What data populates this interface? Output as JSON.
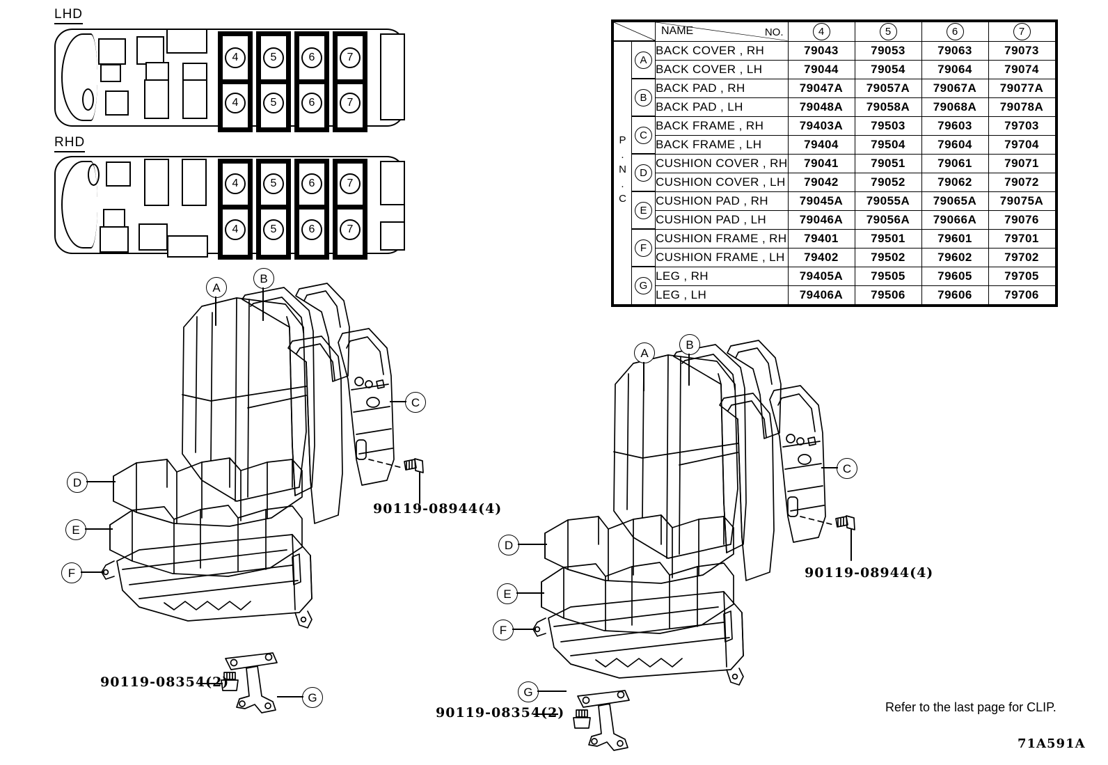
{
  "plan_views": [
    {
      "title": "LHD",
      "seat_labels": [
        [
          "4",
          "5",
          "6",
          "7"
        ],
        [
          "4",
          "5",
          "6",
          "7"
        ]
      ]
    },
    {
      "title": "RHD",
      "seat_labels": [
        [
          "4",
          "5",
          "6",
          "7"
        ],
        [
          "4",
          "5",
          "6",
          "7"
        ]
      ]
    }
  ],
  "table": {
    "corner_name_label": "NAME",
    "corner_no_label": "NO.",
    "side_label": "P.N.C",
    "columns": [
      "4",
      "5",
      "6",
      "7"
    ],
    "groups": [
      {
        "badge": "A",
        "rows": [
          {
            "name": "BACK COVER , RH",
            "values": [
              "79043",
              "79053",
              "79063",
              "79073"
            ]
          },
          {
            "name": "BACK COVER , LH",
            "values": [
              "79044",
              "79054",
              "79064",
              "79074"
            ]
          }
        ]
      },
      {
        "badge": "B",
        "rows": [
          {
            "name": "BACK PAD , RH",
            "values": [
              "79047A",
              "79057A",
              "79067A",
              "79077A"
            ]
          },
          {
            "name": "BACK PAD , LH",
            "values": [
              "79048A",
              "79058A",
              "79068A",
              "79078A"
            ]
          }
        ]
      },
      {
        "badge": "C",
        "rows": [
          {
            "name": "BACK FRAME , RH",
            "values": [
              "79403A",
              "79503",
              "79603",
              "79703"
            ]
          },
          {
            "name": "BACK FRAME , LH",
            "values": [
              "79404",
              "79504",
              "79604",
              "79704"
            ]
          }
        ]
      },
      {
        "badge": "D",
        "rows": [
          {
            "name": "CUSHION COVER , RH",
            "values": [
              "79041",
              "79051",
              "79061",
              "79071"
            ]
          },
          {
            "name": "CUSHION COVER , LH",
            "values": [
              "79042",
              "79052",
              "79062",
              "79072"
            ]
          }
        ]
      },
      {
        "badge": "E",
        "rows": [
          {
            "name": "CUSHION PAD , RH",
            "values": [
              "79045A",
              "79055A",
              "79065A",
              "79075A"
            ]
          },
          {
            "name": "CUSHION PAD , LH",
            "values": [
              "79046A",
              "79056A",
              "79066A",
              "79076"
            ]
          }
        ]
      },
      {
        "badge": "F",
        "rows": [
          {
            "name": "CUSHION FRAME , RH",
            "values": [
              "79401",
              "79501",
              "79601",
              "79701"
            ]
          },
          {
            "name": "CUSHION FRAME , LH",
            "values": [
              "79402",
              "79502",
              "79602",
              "79702"
            ]
          }
        ]
      },
      {
        "badge": "G",
        "rows": [
          {
            "name": "LEG , RH",
            "values": [
              "79405A",
              "79505",
              "79605",
              "79705"
            ]
          },
          {
            "name": "LEG , LH",
            "values": [
              "79406A",
              "79506",
              "79606",
              "79706"
            ]
          }
        ]
      }
    ]
  },
  "assemblies": [
    {
      "id": "left-seat-assembly",
      "callouts": [
        "A",
        "B",
        "C",
        "D",
        "E",
        "F",
        "G"
      ],
      "bolt_back": "90119-08944(4)",
      "bolt_leg": "90119-08354(2)"
    },
    {
      "id": "right-seat-assembly",
      "callouts": [
        "A",
        "B",
        "C",
        "D",
        "E",
        "F",
        "G"
      ],
      "bolt_back": "90119-08944(4)",
      "bolt_leg": "90119-08354(2)"
    }
  ],
  "footer": {
    "clip_note": "Refer to the last page for CLIP.",
    "drawing_number": "71A591A"
  }
}
